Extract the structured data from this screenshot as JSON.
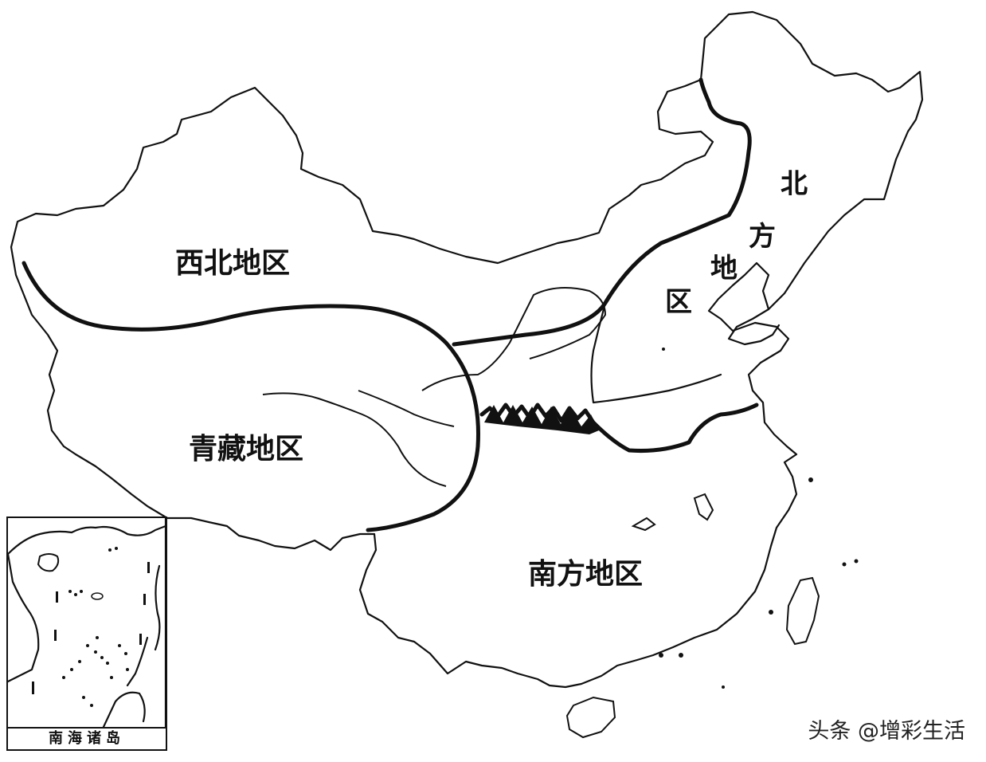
{
  "regions": {
    "northwest": "西北地区",
    "qingzang": "青藏地区",
    "south": "南方地区",
    "north": [
      "北",
      "方",
      "地",
      "区"
    ]
  },
  "inset": {
    "caption": "南海诸岛"
  },
  "watermark": "头条 @增彩生活"
}
